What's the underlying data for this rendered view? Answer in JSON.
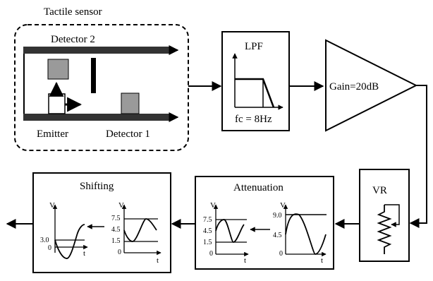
{
  "sensor": {
    "title": "Tactile sensor",
    "detector2": "Detector 2",
    "emitter": "Emitter",
    "detector1": "Detector 1"
  },
  "lpf": {
    "title": "LPF",
    "cutoff": "fc = 8Hz"
  },
  "gain": {
    "label": "Gain=20dB"
  },
  "vr": {
    "label": "VR"
  },
  "attenuation": {
    "title": "Attenuation",
    "in_plot": {
      "v": "V",
      "t": "t",
      "ticks": [
        "9.0",
        "4.5",
        "0"
      ]
    },
    "out_plot": {
      "v": "V",
      "t": "t",
      "ticks": [
        "7.5",
        "4.5",
        "1.5",
        "0"
      ]
    }
  },
  "shifting": {
    "title": "Shifting",
    "in_plot": {
      "v": "V",
      "t": "t",
      "ticks": [
        "7.5",
        "4.5",
        "1.5",
        "0"
      ]
    },
    "out_plot": {
      "v": "V",
      "t": "t",
      "ticks": [
        "3.0",
        "0"
      ]
    }
  }
}
